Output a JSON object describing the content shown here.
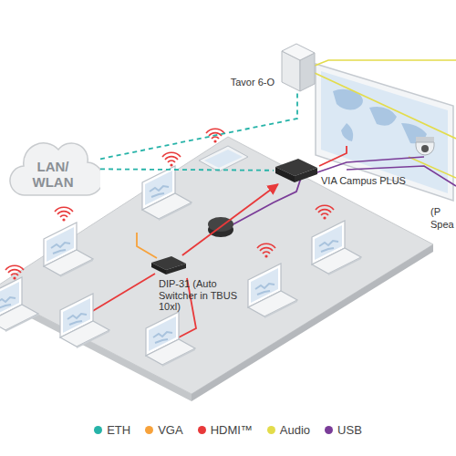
{
  "diagram": {
    "nodes": [
      {
        "text": [
          "LAN/ WLAN"
        ]
      },
      {
        "text": [
          "Tavor 6-O"
        ]
      },
      {
        "text": [
          "VIA Campus PLUS"
        ]
      },
      {
        "text": [
          "DIP-31 (Auto Switcher in TBUS 10xl)"
        ]
      }
    ],
    "edges": [
      {
        "from": 0,
        "to": 1,
        "arrow": "none"
      },
      {
        "from": 0,
        "to": 2,
        "arrow": "none"
      },
      {
        "from": 3,
        "to": 2,
        "arrow": "to"
      }
    ],
    "labels": [
      "(P",
      "Spea"
    ],
    "legend": [
      {
        "text": "ETH",
        "color": "#26b3a8"
      },
      {
        "text": "VGA",
        "color": "#f7a23b"
      },
      {
        "text": "HDMI™",
        "color": "#e8393a"
      },
      {
        "text": "Audio",
        "color": "#e3dc4b"
      },
      {
        "text": "USB",
        "color": "#7a3c98"
      }
    ]
  }
}
